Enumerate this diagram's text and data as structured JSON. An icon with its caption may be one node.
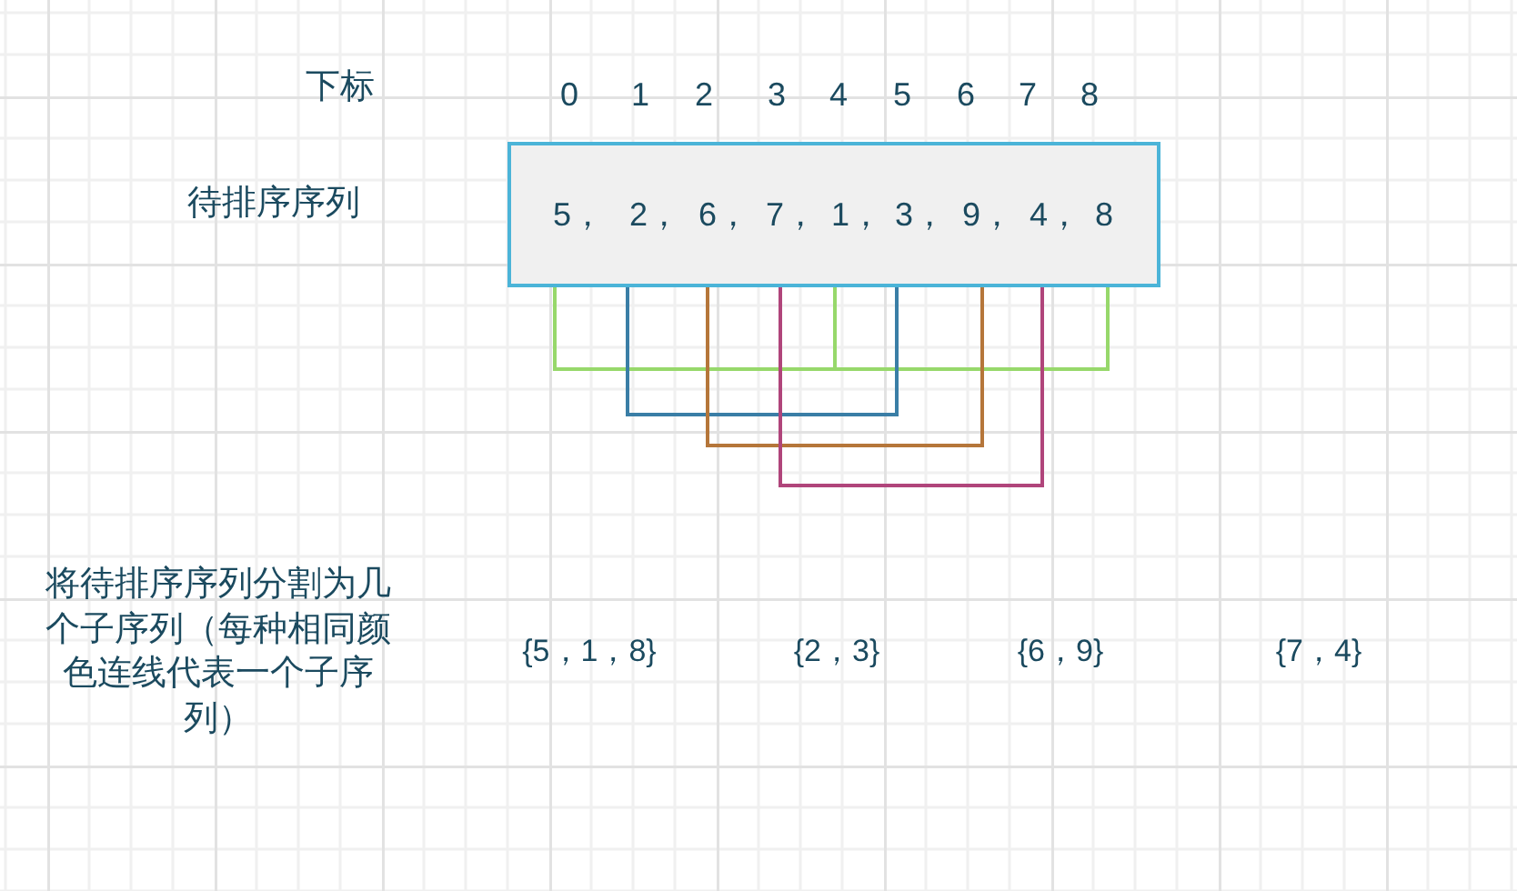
{
  "diagram": {
    "nodes": [
      {
        "text": [],
        "shape": "box"
      },
      {
        "text": [
          "5，"
        ],
        "in": 0
      },
      {
        "text": [
          "2，"
        ],
        "in": 0
      },
      {
        "text": [
          "6，"
        ],
        "in": 0
      },
      {
        "text": [
          "7，"
        ],
        "in": 0
      },
      {
        "text": [
          "1，"
        ],
        "in": 0
      },
      {
        "text": [
          "3，"
        ],
        "in": 0
      },
      {
        "text": [
          "9，"
        ],
        "in": 0
      },
      {
        "text": [
          "4，"
        ],
        "in": 0
      },
      {
        "text": [
          "8"
        ],
        "in": 0
      }
    ],
    "edges": [
      {
        "from": 1,
        "to": 5,
        "arrow": "none",
        "color": "#97d86b"
      },
      {
        "from": 5,
        "to": 9,
        "arrow": "none",
        "color": "#97d86b"
      },
      {
        "from": 2,
        "to": 6,
        "arrow": "none",
        "color": "#3a7ea6"
      },
      {
        "from": 3,
        "to": 7,
        "arrow": "none",
        "color": "#b5763a"
      },
      {
        "from": 4,
        "to": 8,
        "arrow": "none",
        "color": "#b0457b"
      }
    ],
    "labels": [
      "下标",
      "0",
      "1",
      "2",
      "3",
      "4",
      "5",
      "6",
      "7",
      "8",
      "待排序序列",
      "将待排序序列分割为几个子序列（每种相同颜色连线代表一个子序列）",
      "{5，1，8}",
      "{2，3}",
      "{6，9}",
      "{7，4}"
    ]
  }
}
